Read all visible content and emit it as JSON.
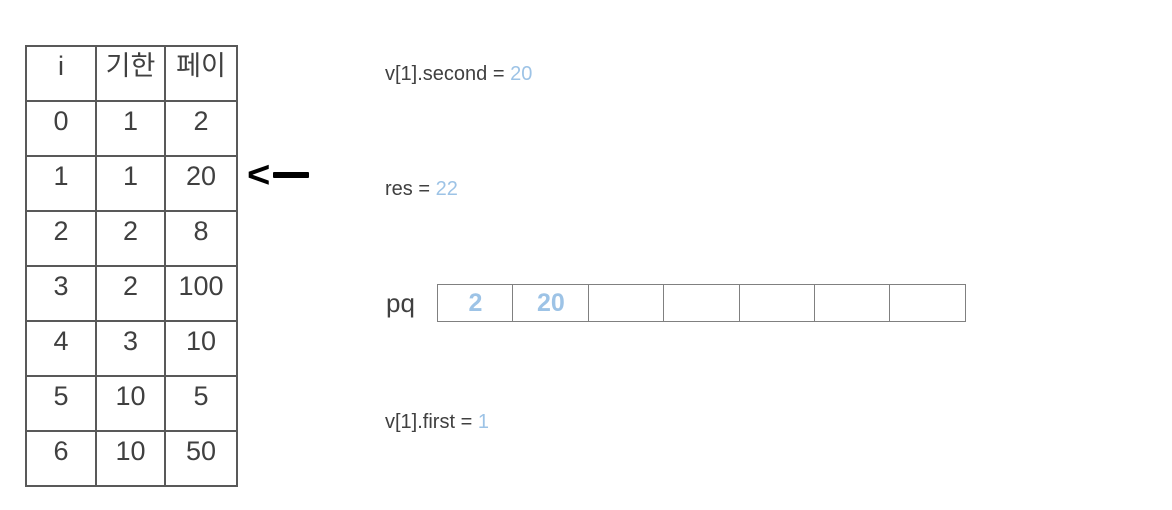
{
  "table": {
    "headers": [
      "i",
      "기한",
      "페이"
    ],
    "rows": [
      [
        "0",
        "1",
        "2"
      ],
      [
        "1",
        "1",
        "20"
      ],
      [
        "2",
        "2",
        "8"
      ],
      [
        "3",
        "2",
        "100"
      ],
      [
        "4",
        "3",
        "10"
      ],
      [
        "5",
        "10",
        "5"
      ],
      [
        "6",
        "10",
        "50"
      ]
    ]
  },
  "pointer": {
    "head": "<"
  },
  "annotations": {
    "second": {
      "prefix": "v[1].second = ",
      "value": "20"
    },
    "res": {
      "prefix": "res = ",
      "value": "22"
    },
    "first": {
      "prefix": "v[1].first = ",
      "value": "1"
    }
  },
  "pq": {
    "label": "pq",
    "cells": [
      "2",
      "20",
      "",
      "",
      "",
      "",
      ""
    ]
  },
  "colors": {
    "text": "#404040",
    "accent_blue": "#9DC3E6",
    "table_border": "#595959",
    "array_border": "#808080",
    "arrow": "#000000"
  }
}
